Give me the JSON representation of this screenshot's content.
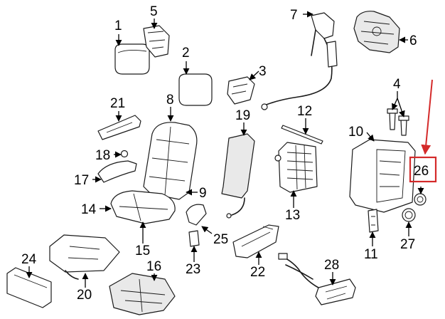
{
  "callouts": {
    "c1": "1",
    "c2": "2",
    "c3": "3",
    "c4": "4",
    "c5": "5",
    "c6": "6",
    "c7": "7",
    "c8": "8",
    "c9": "9",
    "c10": "10",
    "c11": "11",
    "c12": "12",
    "c13": "13",
    "c14": "14",
    "c15": "15",
    "c16": "16",
    "c17": "17",
    "c18": "18",
    "c19": "19",
    "c20": "20",
    "c21": "21",
    "c22": "22",
    "c23": "23",
    "c24": "24",
    "c25": "25",
    "c26": "26",
    "c27": "27",
    "c28": "28"
  },
  "colors": {
    "line": "#1a1a1a",
    "highlight": "#d42a2a",
    "background": "#ffffff"
  }
}
